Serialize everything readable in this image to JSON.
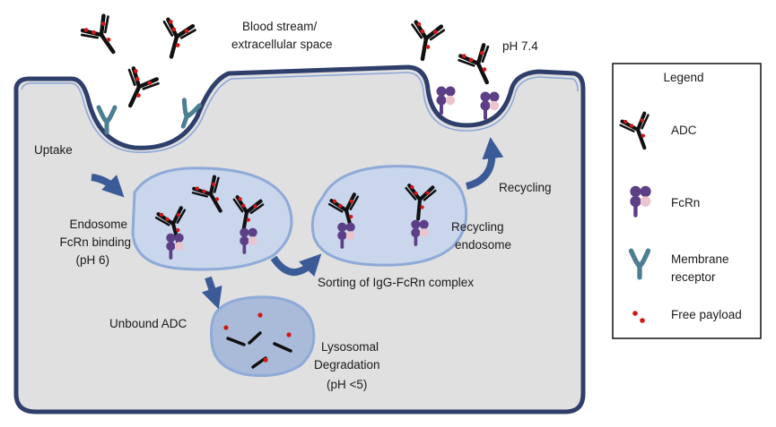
{
  "labels": {
    "blood_stream_line1": "Blood stream/",
    "blood_stream_line2": "extracellular space",
    "ph_7_4": "pH 7.4",
    "uptake": "Uptake",
    "endosome_line1": "Endosome",
    "endosome_line2": "FcRn binding",
    "endosome_line3": "(pH 6)",
    "recycling": "Recycling",
    "recycling_endosome_line1": "Recycling",
    "recycling_endosome_line2": "endosome",
    "sorting": "Sorting of IgG-FcRn complex",
    "unbound_adc": "Unbound ADC",
    "lysosomal_line1": "Lysosomal",
    "lysosomal_line2": "Degradation",
    "lysosomal_line3": "(pH <5)"
  },
  "legend": {
    "title": "Legend",
    "items": [
      {
        "label": "ADC",
        "icon": "adc-icon"
      },
      {
        "label": "FcRn",
        "icon": "fcrn-icon"
      },
      {
        "label": "Membrane",
        "label2": "receptor",
        "icon": "membrane-receptor-icon"
      },
      {
        "label": "Free payload",
        "icon": "free-payload-icon"
      }
    ]
  },
  "colors": {
    "cell_fill": "#e0e0e0",
    "cell_outline": "#2f3f6b",
    "membrane_highlight": "#8aa6d8",
    "vesicle_fill": "#c9d6ec",
    "vesicle_outline": "#8eaad8",
    "lysosome_fill": "#aabbd9",
    "arrow": "#3b5a98",
    "receptor": "#4d7f92",
    "fcrn": "#5c3f86",
    "fcrn_light": "#ecc4cc",
    "payload": "#d01818",
    "antibody": "#111111"
  }
}
